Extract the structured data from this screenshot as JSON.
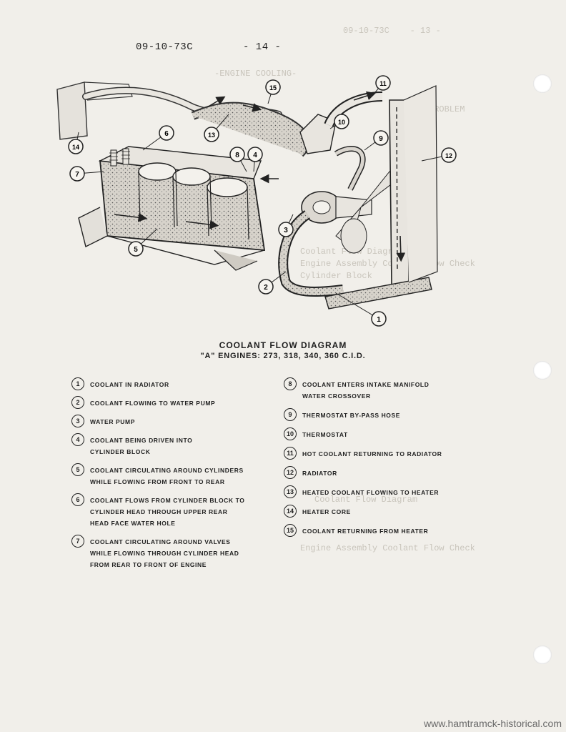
{
  "header": {
    "doc_code": "09-10-73C",
    "page_number": "- 14 -"
  },
  "diagram": {
    "title": "COOLANT FLOW DIAGRAM",
    "subtitle": "\"A\" ENGINES: 273, 318, 340, 360 C.I.D.",
    "callouts": [
      "1",
      "2",
      "3",
      "4",
      "5",
      "6",
      "7",
      "8",
      "9",
      "10",
      "11",
      "12",
      "13",
      "14",
      "15"
    ]
  },
  "legend_left": [
    {
      "num": "1",
      "text": "COOLANT IN RADIATOR"
    },
    {
      "num": "2",
      "text": "COOLANT FLOWING TO WATER PUMP"
    },
    {
      "num": "3",
      "text": "WATER PUMP"
    },
    {
      "num": "4",
      "text": "COOLANT BEING DRIVEN INTO\nCYLINDER BLOCK"
    },
    {
      "num": "5",
      "text": "COOLANT CIRCULATING AROUND CYLINDERS\nWHILE FLOWING FROM FRONT TO REAR"
    },
    {
      "num": "6",
      "text": "COOLANT FLOWS FROM CYLINDER BLOCK TO\nCYLINDER HEAD THROUGH UPPER REAR\nHEAD FACE WATER HOLE"
    },
    {
      "num": "7",
      "text": "COOLANT CIRCULATING AROUND VALVES\nWHILE FLOWING THROUGH CYLINDER HEAD\nFROM REAR TO FRONT OF ENGINE"
    }
  ],
  "legend_right": [
    {
      "num": "8",
      "text": "COOLANT ENTERS INTAKE MANIFOLD\nWATER CROSSOVER"
    },
    {
      "num": "9",
      "text": "THERMOSTAT BY-PASS HOSE"
    },
    {
      "num": "10",
      "text": "THERMOSTAT"
    },
    {
      "num": "11",
      "text": "HOT COOLANT RETURNING TO RADIATOR"
    },
    {
      "num": "12",
      "text": "RADIATOR"
    },
    {
      "num": "13",
      "text": "HEATED COOLANT FLOWING TO HEATER"
    },
    {
      "num": "14",
      "text": "HEATER CORE"
    },
    {
      "num": "15",
      "text": "COOLANT RETURNING FROM HEATER"
    }
  ],
  "footer": {
    "watermark": "www.hamtramck-historical.com"
  }
}
